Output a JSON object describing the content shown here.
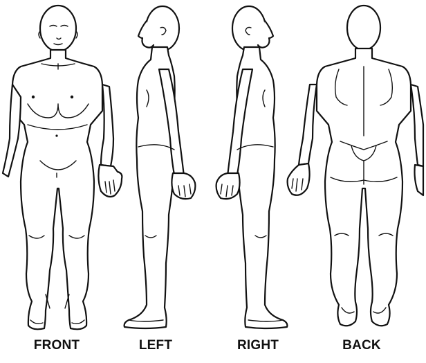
{
  "views": [
    {
      "label": "FRONT"
    },
    {
      "label": "LEFT"
    },
    {
      "label": "RIGHT"
    },
    {
      "label": "BACK"
    }
  ],
  "colors": {
    "outline": "#111111",
    "background": "#ffffff"
  }
}
